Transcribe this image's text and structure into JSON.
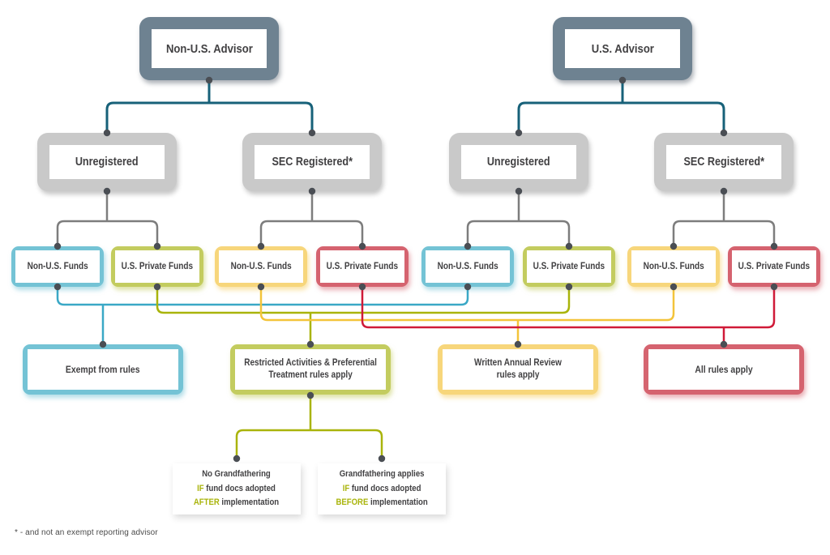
{
  "colors": {
    "slate_frame": "#6e8291",
    "gray_frame": "#c9c9c9",
    "teal_frame": "#74c3d5",
    "olive_frame": "#c3cc5f",
    "yellow_frame": "#f7d67b",
    "red_frame": "#d5636f",
    "dark_teal_line": "#176179",
    "gray_line": "#7d7d7d",
    "teal_line": "#3aa8c6",
    "olive_line": "#a9b40b",
    "yellow_line": "#f3c43a",
    "red_line": "#d01a38",
    "connector_dot": "#4a4e54",
    "text": "#414042",
    "highlight_text": "#a9b40b"
  },
  "nodes": {
    "advisors": [
      {
        "label": "Non-U.S. Advisor"
      },
      {
        "label": "U.S. Advisor"
      }
    ],
    "registration": [
      {
        "label": "Unregistered"
      },
      {
        "label": "SEC Registered*"
      },
      {
        "label": "Unregistered"
      },
      {
        "label": "SEC Registered*"
      }
    ],
    "funds": [
      {
        "label": "Non-U.S. Funds"
      },
      {
        "label": "U.S. Private Funds"
      },
      {
        "label": "Non-U.S. Funds"
      },
      {
        "label": "U.S. Private Funds"
      },
      {
        "label": "Non-U.S. Funds"
      },
      {
        "label": "U.S. Private Funds"
      },
      {
        "label": "Non-U.S. Funds"
      },
      {
        "label": "U.S. Private Funds"
      }
    ],
    "outcomes": [
      {
        "label": "Exempt from rules"
      },
      {
        "line1": "Restricted Activities & Preferential",
        "line2": "Treatment rules apply"
      },
      {
        "line1": "Written Annual Review",
        "line2": "rules apply"
      },
      {
        "label": "All rules apply"
      }
    ],
    "grandfathering": [
      {
        "line1": "No Grandfathering",
        "if_word": "IF",
        "line2_rest": " fund docs adopted",
        "when_word": "AFTER",
        "line3_rest": " implementation"
      },
      {
        "line1": "Grandfathering applies",
        "if_word": "IF",
        "line2_rest": " fund docs adopted",
        "when_word": "BEFORE",
        "line3_rest": " implementation"
      }
    ]
  },
  "footnote": "* - and not an exempt reporting advisor"
}
